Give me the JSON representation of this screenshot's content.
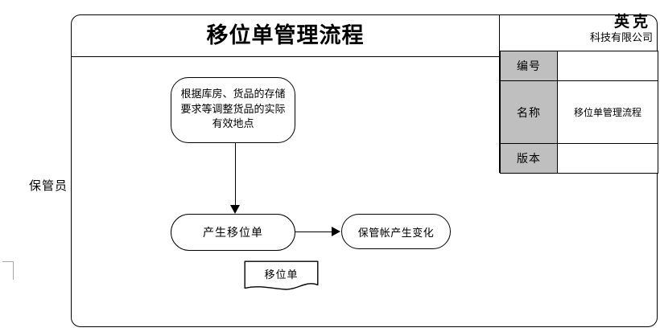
{
  "document": {
    "title": "移位单管理流程",
    "company": {
      "name": "英克",
      "suffix": "科技有限公司"
    }
  },
  "info_table": {
    "rows": [
      {
        "label": "编号",
        "value": ""
      },
      {
        "label": "名称",
        "value": "移位单管理流程"
      },
      {
        "label": "版本",
        "value": ""
      }
    ]
  },
  "swimlane": {
    "label": "保管员"
  },
  "flow": {
    "nodes": [
      {
        "id": "start",
        "shape": "rounded-rectangle",
        "text": "根据库房、货品的存储\n要求等调整货品的实际\n有效地点"
      },
      {
        "id": "generate-transfer-order",
        "shape": "rounded-rectangle",
        "text": "产生移位单"
      },
      {
        "id": "custody-account-change",
        "shape": "rounded-rectangle",
        "text": "保管帐产生变化"
      },
      {
        "id": "transfer-order-doc",
        "shape": "document",
        "text": "移位单"
      }
    ],
    "connectors": [
      {
        "id": "start-to-generate",
        "direction": "down"
      },
      {
        "id": "generate-to-account",
        "direction": "right"
      }
    ]
  },
  "colors": {
    "line": "#000000",
    "label_cell_fill": "#bfbfbf",
    "background": "#ffffff",
    "tick_gray": "#a6a6a6"
  }
}
